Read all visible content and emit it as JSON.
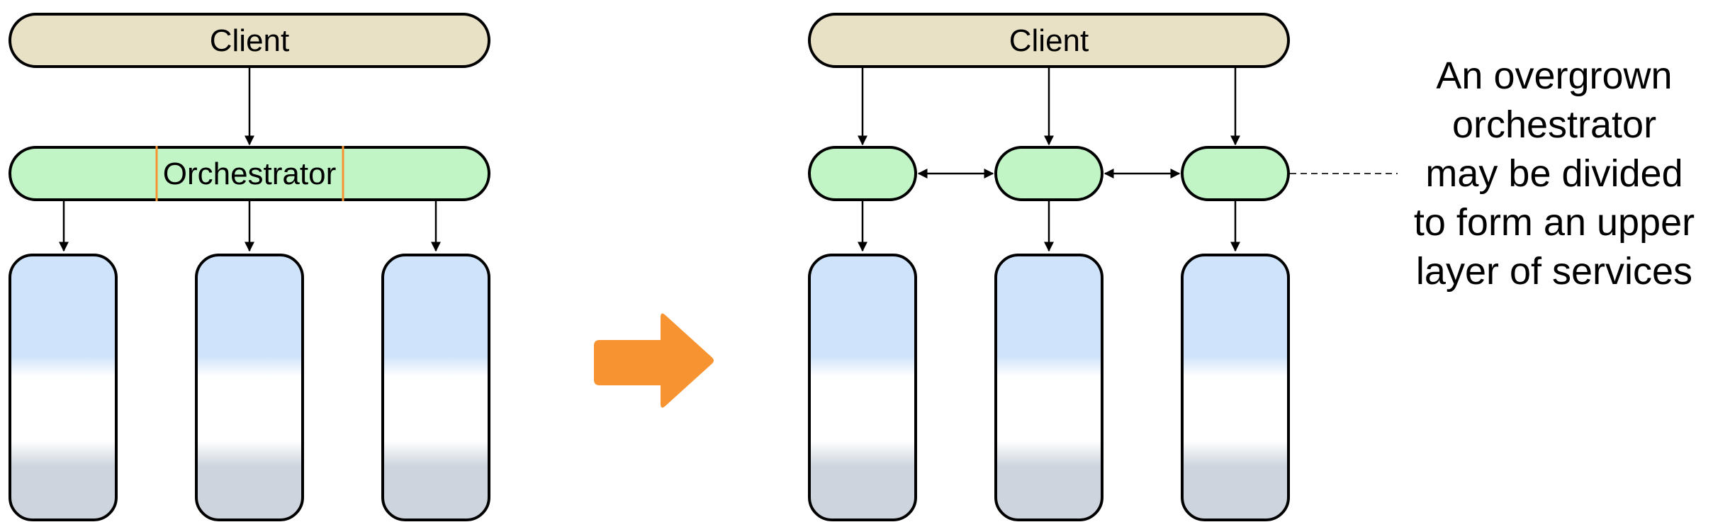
{
  "left": {
    "client_label": "Client",
    "orchestrator_label": "Orchestrator"
  },
  "right": {
    "client_label": "Client"
  },
  "note": {
    "lines": [
      "An overgrown",
      "orchestrator",
      "may be divided",
      "to form an upper",
      "layer of services"
    ]
  },
  "colors": {
    "client_fill": "#e8e1c6",
    "orchestrator_fill": "#c2f5c6",
    "service_top": "#cfe3fb",
    "service_bottom": "#cdd4dd",
    "arrow": "#f79431",
    "divider": "#f79431",
    "stroke": "#000000"
  }
}
